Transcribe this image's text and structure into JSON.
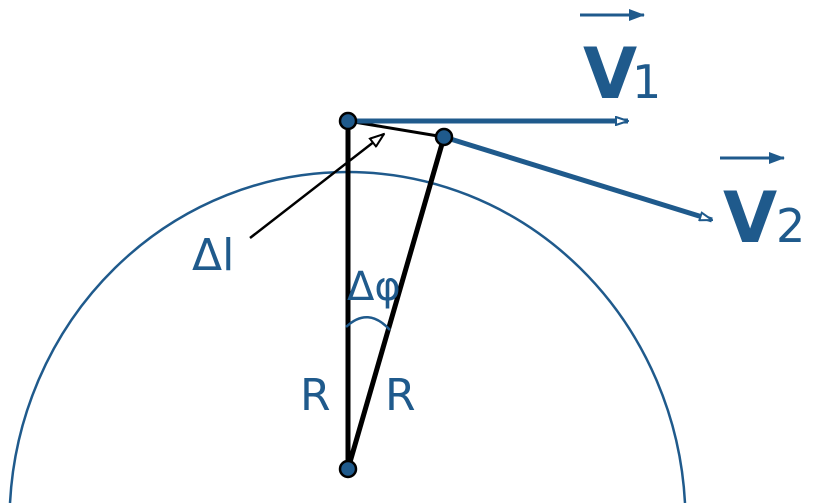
{
  "colors": {
    "primary": "#1f5a8c",
    "ink": "#000000",
    "background": "#ffffff"
  },
  "labels": {
    "v1_letter": "V",
    "v1_subscript": "1",
    "v2_letter": "V",
    "v2_subscript": "2",
    "delta_l": "Δl",
    "delta_phi": "Δφ",
    "radius_left": "R",
    "radius_right": "R"
  }
}
